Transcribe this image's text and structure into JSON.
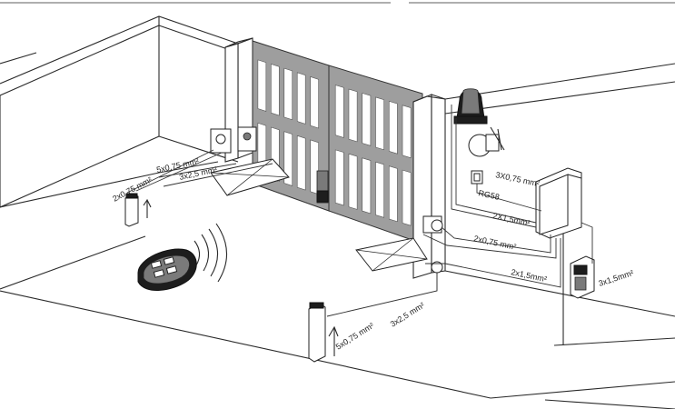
{
  "cable_labels": {
    "photocell_left": "2x0,75 mm²",
    "lamp_left_5": "5x0,75 mm²",
    "lamp_left_3": "3x2,5 mm²",
    "flasher": "3X0,75  mm²",
    "rg58": "RG58",
    "control_2x15": "2X1,5mm²",
    "photocell_right": "2x0,75 mm²",
    "motor_2x15": "2x1,5mm²",
    "keyswitch": "3x1,5mm²",
    "post_5x075": "5x0,75 mm²",
    "post_3x25": "3x2,5 mm²"
  }
}
